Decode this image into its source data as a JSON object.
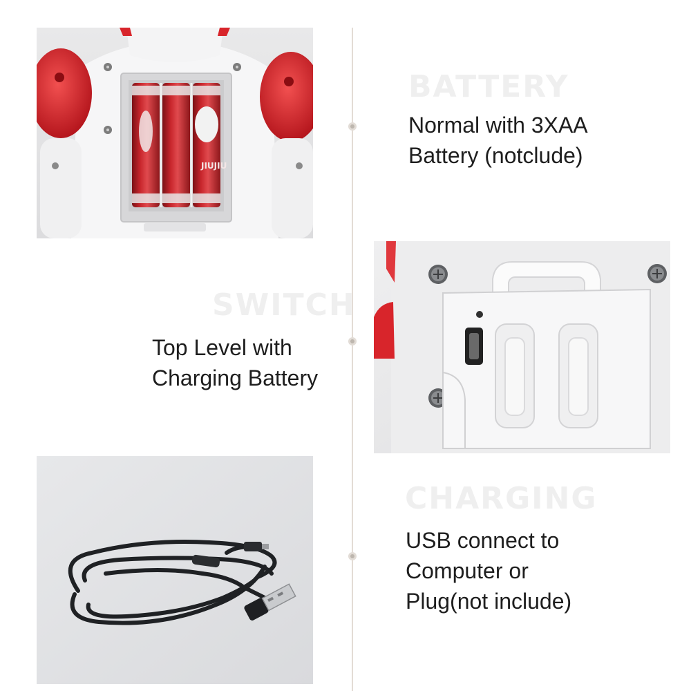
{
  "sections": {
    "battery": {
      "heading": "BATTERY",
      "description": "Normal with 3XAA\nBattery (notclude)"
    },
    "switch": {
      "heading": "SWITCH",
      "description": "Top Level with\nCharging Battery"
    },
    "charging": {
      "heading": "CHARGING",
      "description": "USB connect to\nComputer or\nPlug(not include)"
    }
  },
  "battery_label_text": "JIUJIU",
  "colors": {
    "accent_red": "#d8252b",
    "battery_red": "#b11d22",
    "timeline": "#e3dcd5",
    "heading": "#efefef",
    "text": "#1e1e1e"
  }
}
